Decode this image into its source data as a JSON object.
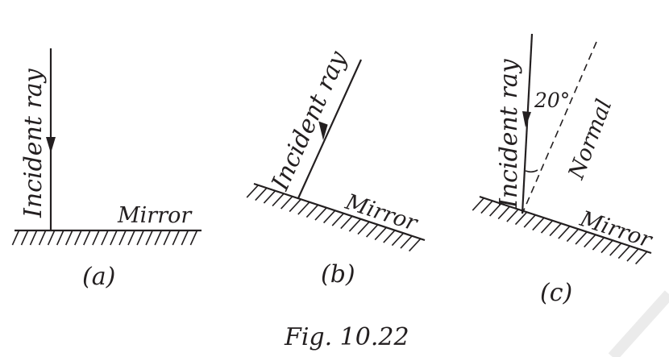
{
  "figure_caption": "Fig. 10.22",
  "panels": [
    {
      "id": "a",
      "label": "(a)",
      "incident_label": "Incident ray",
      "mirror_label": "Mirror"
    },
    {
      "id": "b",
      "label": "(b)",
      "incident_label": "Incident ray",
      "mirror_label": "Mirror"
    },
    {
      "id": "c",
      "label": "(c)",
      "incident_label": "Incident ray",
      "mirror_label": "Mirror",
      "normal_label": "Normal",
      "angle_label": "20°"
    }
  ],
  "colors": {
    "ink": "#231f20",
    "background": "#ffffff",
    "watermark": "#ebebeb"
  }
}
